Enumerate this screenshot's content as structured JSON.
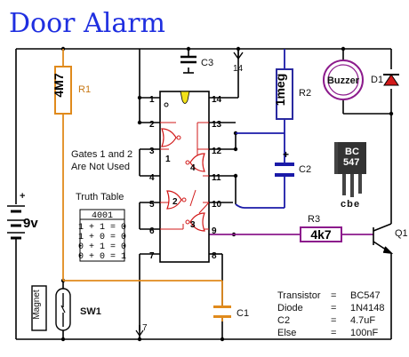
{
  "title": "Door Alarm",
  "components": {
    "r1": {
      "name": "R1",
      "value": "4M7"
    },
    "r2": {
      "name": "R2",
      "value": "1meg"
    },
    "r3": {
      "name": "R3",
      "value": "4k7"
    },
    "c1": {
      "name": "C1"
    },
    "c2": {
      "name": "C2"
    },
    "c3": {
      "name": "C3"
    },
    "d1": {
      "name": "D1"
    },
    "q1": {
      "name": "Q1"
    },
    "buzzer": {
      "label": "Buzzer"
    },
    "battery": {
      "voltage": "9v",
      "polarity": "+"
    },
    "switch": {
      "name": "SW1",
      "magnet_label": "Magnet"
    },
    "transistor_body": {
      "line1": "BC",
      "line2": "547",
      "pins": "c b e"
    }
  },
  "ic": {
    "pins_left": [
      "1",
      "2",
      "3",
      "4",
      "5",
      "6",
      "7"
    ],
    "pins_right": [
      "14",
      "13",
      "12",
      "11",
      "10",
      "9",
      "8"
    ],
    "gates": [
      "1",
      "2",
      "3",
      "4"
    ]
  },
  "rail_labels": {
    "pin14_ref": "14",
    "pin7_ref": "7"
  },
  "notes": {
    "unused_line1": "Gates 1 and 2",
    "unused_line2": "Are Not Used"
  },
  "truth_table": {
    "title": "Truth Table",
    "header": "4001",
    "rows": [
      "1 + 1 = 0",
      "1 + 0 = 0",
      "0 + 1 = 0",
      "0 + 0 = 1"
    ]
  },
  "specs": [
    {
      "label": "Transistor",
      "eq": "=",
      "value": "BC547"
    },
    {
      "label": "Diode",
      "eq": "=",
      "value": "1N4148"
    },
    {
      "label": "C2",
      "eq": "=",
      "value": "4.7uF"
    },
    {
      "label": "Else",
      "eq": "=",
      "value": "100nF"
    }
  ],
  "colors": {
    "title": "#1f2fe0",
    "resistor_r1": "#e08a1c",
    "resistor_r2": "#2a2aa0",
    "resistor_r3": "#8c1a8c",
    "buzzer": "#8c1a8c",
    "wire_c2": "#1a1aa8",
    "capacitor_c1": "#e08a1c"
  }
}
